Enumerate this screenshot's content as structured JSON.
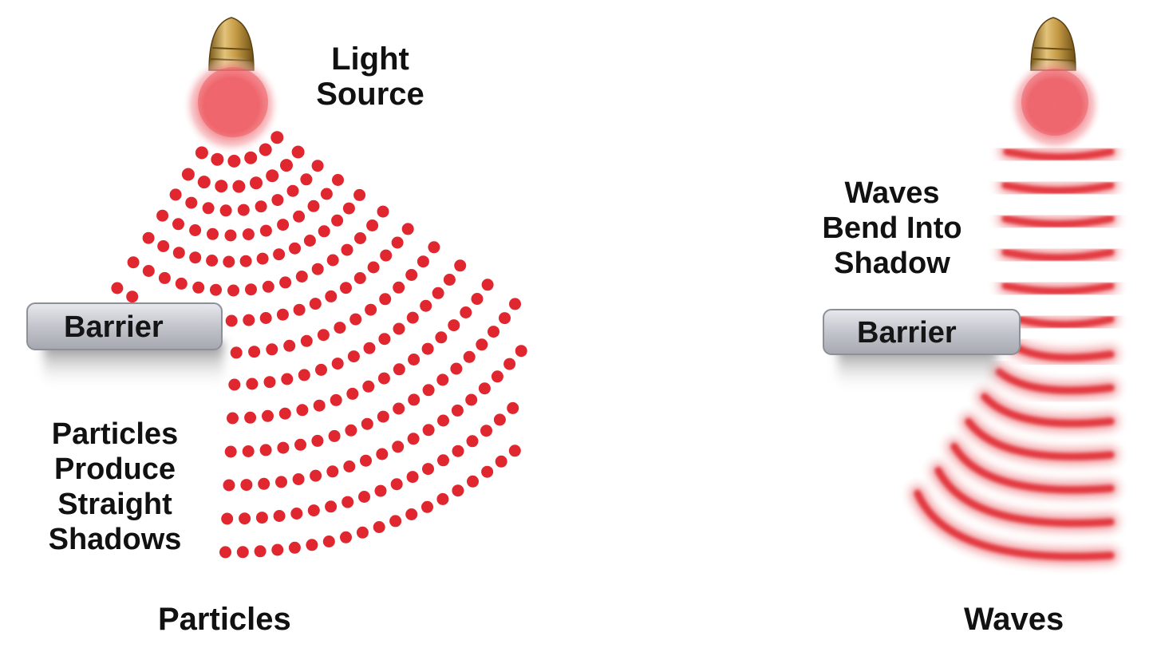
{
  "labels": {
    "light_source": [
      "Light",
      "Source"
    ],
    "barrier_left": "Barrier",
    "barrier_right": "Barrier",
    "particles_caption": [
      "Particles",
      "Produce",
      "Straight",
      "Shadows"
    ],
    "waves_caption": [
      "Waves",
      "Bend Into",
      "Shadow"
    ],
    "particles_title": "Particles",
    "waves_title": "Waves"
  },
  "colors": {
    "light": "#e0272f",
    "barrier": "#c9cbd1",
    "bulb_base": "#b58a2e",
    "text": "#111111"
  },
  "icons": {
    "bulb": "light-bulb-icon",
    "barrier": "barrier-block"
  }
}
